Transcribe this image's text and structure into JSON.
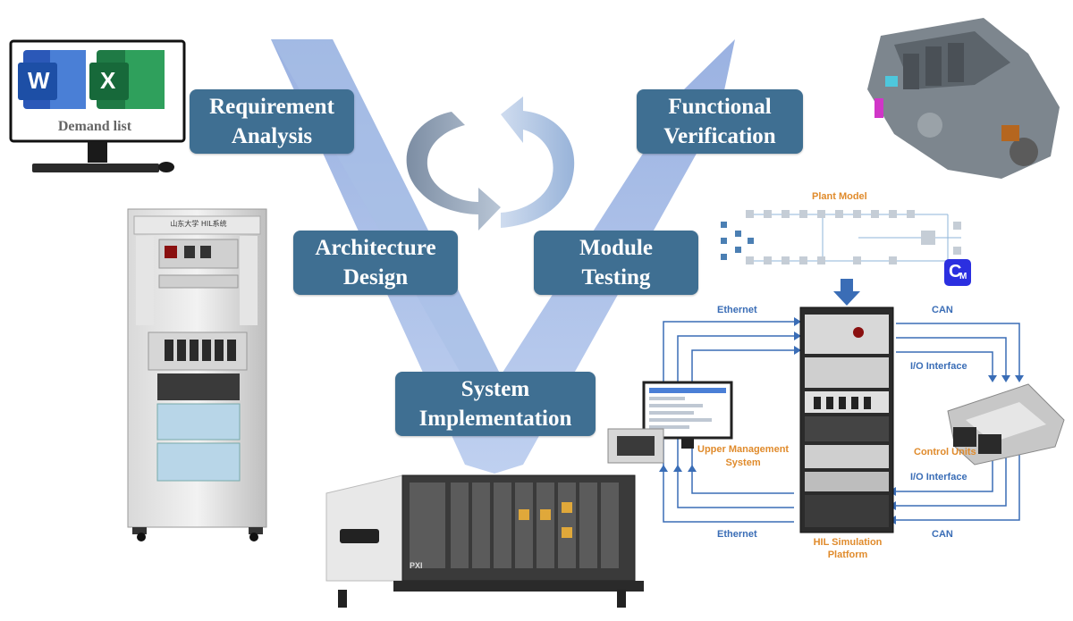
{
  "steps": {
    "requirement_analysis": [
      "Requirement",
      "Analysis"
    ],
    "functional_verification": [
      "Functional",
      "Verification"
    ],
    "architecture_design": [
      "Architecture",
      "Design"
    ],
    "module_testing": [
      "Module",
      "Testing"
    ],
    "system_implementation": [
      "System",
      "Implementation"
    ]
  },
  "demand_list": {
    "caption": "Demand list",
    "word_letter": "W",
    "excel_letter": "X"
  },
  "hil_diagram": {
    "plant_model": "Plant Model",
    "cm_logo": "C",
    "cm_sub": "M",
    "ethernet_top": "Ethernet",
    "can_top": "CAN",
    "io_interface_top": "I/O Interface",
    "control_units": "Control Units",
    "io_interface_bottom": "I/O Interface",
    "upper_management": [
      "Upper Management",
      "System"
    ],
    "ethernet_bottom": "Ethernet",
    "can_bottom": "CAN",
    "hil_platform": [
      "HIL Simulation",
      "Platform"
    ]
  },
  "cabinet_label": "山东大学 HIL系统",
  "pxi_label": "PXI",
  "colors": {
    "v_shape": "#a9bfe6",
    "step_box": "#3f6f92",
    "diagram_blue": "#3a6db6",
    "diagram_orange": "#e08b2c"
  }
}
